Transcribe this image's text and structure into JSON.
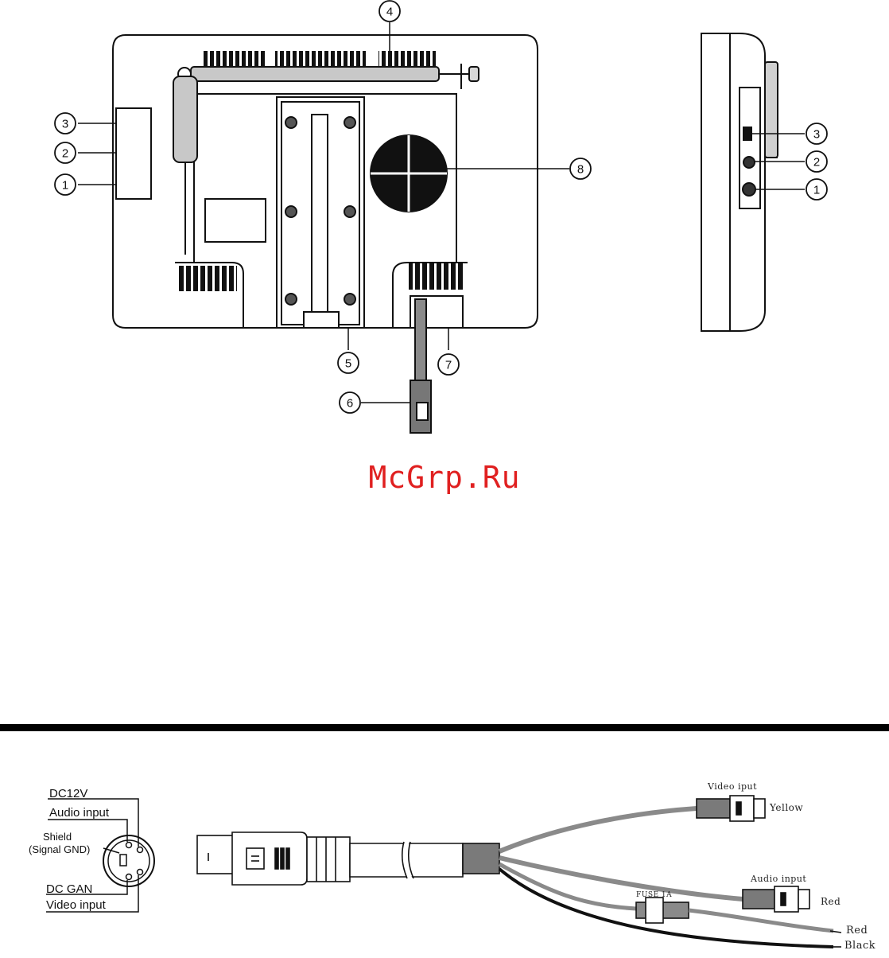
{
  "watermark": "McGrp.Ru",
  "front_callouts": {
    "c1": "1",
    "c2": "2",
    "c3": "3",
    "c4": "4",
    "c5": "5",
    "c6": "6",
    "c7": "7",
    "c8": "8"
  },
  "side_callouts": {
    "c1": "1",
    "c2": "2",
    "c3": "3"
  },
  "connector_pins": {
    "dc12v": "DC12V",
    "audio_input": "Audio input",
    "shield": "Shield",
    "signal_gnd": "(Signal GND)",
    "dc_gan": "DC GAN",
    "video_input": "Video input"
  },
  "cable": {
    "video_label": "Video iput",
    "video_color": "Yellow",
    "audio_label": "Audio input",
    "audio_color": "Red",
    "fuse_label": "FUSE 1A",
    "power_red": "Red",
    "power_black": "Black"
  },
  "colors": {
    "watermark": "#e02020",
    "line": "#111111",
    "gray": "#8a8a8a"
  }
}
